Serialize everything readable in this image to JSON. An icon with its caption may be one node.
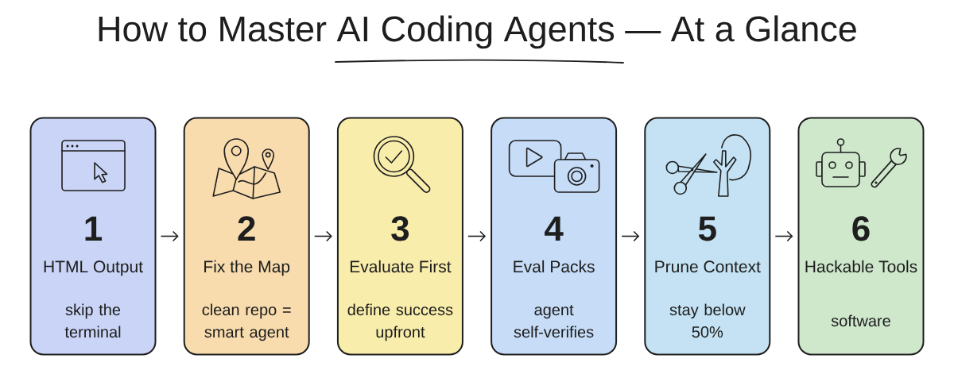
{
  "diagram": {
    "title": "How to Master AI Coding Agents — At a Glance",
    "nodes": [
      {
        "text": [
          "1",
          "HTML Output",
          "skip the terminal"
        ]
      },
      {
        "text": [
          "2",
          "Fix the Map",
          "clean repo = smart agent"
        ]
      },
      {
        "text": [
          "3",
          "Evaluate First",
          "define success upfront"
        ]
      },
      {
        "text": [
          "4",
          "Eval Packs",
          "agent self-verifies"
        ]
      },
      {
        "text": [
          "5",
          "Prune Context",
          "stay below 50%"
        ]
      },
      {
        "text": [
          "6",
          "Hackable Tools",
          "software"
        ]
      }
    ],
    "edges": [
      {
        "from": 0,
        "to": 1,
        "arrow": "to"
      },
      {
        "from": 1,
        "to": 2,
        "arrow": "to"
      },
      {
        "from": 2,
        "to": 3,
        "arrow": "to"
      },
      {
        "from": 3,
        "to": 4,
        "arrow": "to"
      },
      {
        "from": 4,
        "to": 5,
        "arrow": "to"
      }
    ]
  }
}
